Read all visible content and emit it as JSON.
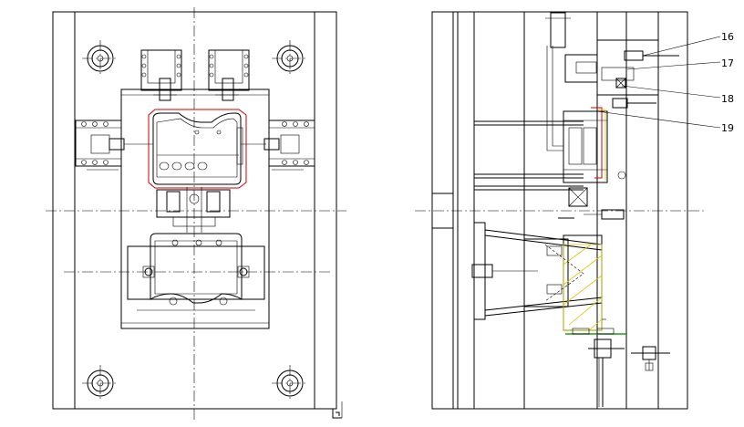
{
  "callouts": [
    {
      "id": "16",
      "text": "16"
    },
    {
      "id": "17",
      "text": "17"
    },
    {
      "id": "18",
      "text": "18"
    },
    {
      "id": "19",
      "text": "19"
    }
  ],
  "colors": {
    "line": "#000000",
    "highlight": "#d10000",
    "insert": "#d8c400",
    "parting": "#1aa01a"
  },
  "icons": [
    "bolt-icon",
    "guide-pillar-icon"
  ]
}
